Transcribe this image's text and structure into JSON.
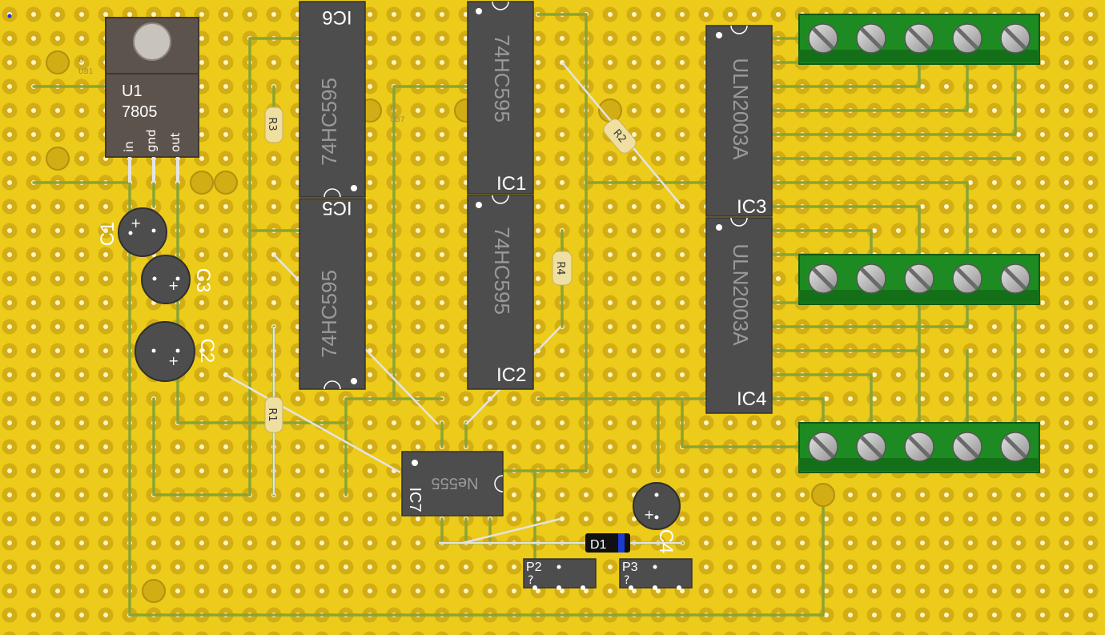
{
  "board": {
    "colors": {
      "background": "#eccb1a",
      "pad_ring": "#c9a514",
      "pad_hole": "#fff6c8",
      "trace": "#8aa434",
      "ic_body": "#4d4d4d",
      "regulator_body": "#5c534c",
      "terminal_block": "#1d8a22",
      "label_white": "#ffffff",
      "wire": "#e4e4e4",
      "diode_band": "#1a3ad0"
    }
  },
  "components": {
    "u1": {
      "designator": "U1",
      "part": "7805",
      "pins": [
        "in",
        "gnd",
        "out"
      ]
    },
    "ub1": {
      "value": "0",
      "designator": "UB1"
    },
    "ub7": {
      "value": "0",
      "designator": "UB7"
    },
    "ic6": {
      "designator": "IC6",
      "part": "74HC595"
    },
    "ic5": {
      "designator": "IC5",
      "part": "74HC595"
    },
    "ic1": {
      "designator": "IC1",
      "part": "74HC595"
    },
    "ic2": {
      "designator": "IC2",
      "part": "74HC595"
    },
    "ic3": {
      "designator": "IC3",
      "part": "ULN2003A"
    },
    "ic4": {
      "designator": "IC4",
      "part": "ULN2003A"
    },
    "ic7": {
      "designator": "IC7",
      "part": "Ne555"
    },
    "c1": {
      "designator": "C1",
      "polarity": "+"
    },
    "c2": {
      "designator": "C2",
      "polarity": "+"
    },
    "c3": {
      "designator": "C3",
      "polarity": "+"
    },
    "c4": {
      "designator": "C4",
      "polarity": "+"
    },
    "r1": {
      "designator": "R1"
    },
    "r2": {
      "designator": "R2"
    },
    "r3": {
      "designator": "R3"
    },
    "r4": {
      "designator": "R4"
    },
    "d1": {
      "designator": "D1"
    },
    "p2": {
      "designator": "P2",
      "value": "?"
    },
    "p3": {
      "designator": "P3",
      "value": "?"
    }
  }
}
